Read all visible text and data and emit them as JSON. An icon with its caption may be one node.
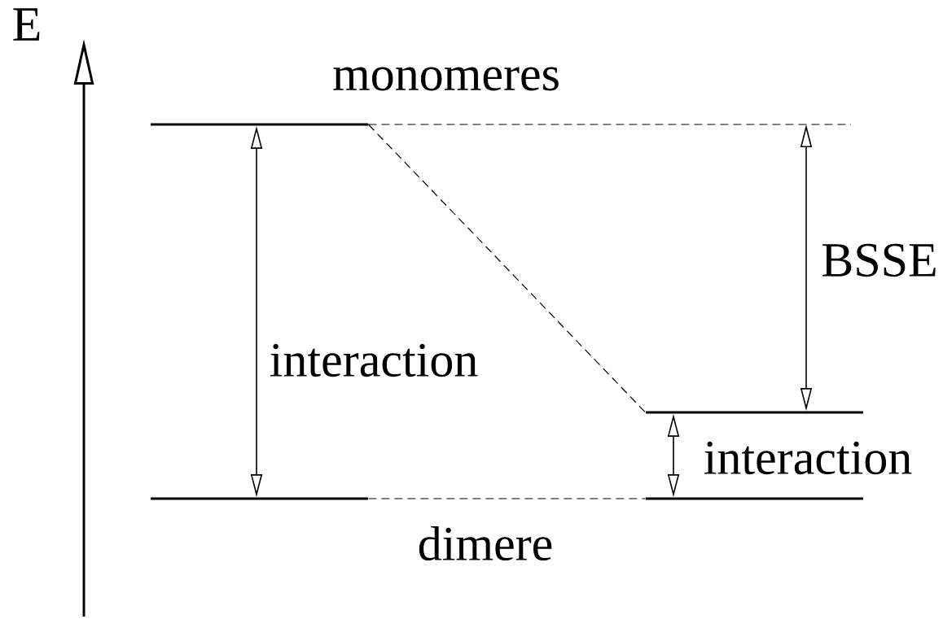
{
  "diagram": {
    "nodes": [
      {
        "text": [],
        "shape": "bar"
      },
      {
        "text": [],
        "shape": "bar"
      },
      {
        "text": [],
        "shape": "bar"
      },
      {
        "text": [],
        "shape": "bar"
      }
    ],
    "edges": [
      {
        "from": 0,
        "to": 1,
        "arrow": "none",
        "style": "dashed"
      },
      {
        "from": 0,
        "to": null,
        "arrow": "none",
        "style": "dashed"
      },
      {
        "from": 2,
        "to": 3,
        "arrow": "none",
        "style": "dashed"
      },
      {
        "from": 0,
        "to": 2,
        "arrow": "both",
        "label": "interaction"
      },
      {
        "from": null,
        "to": 1,
        "arrow": "both",
        "label": "BSSE"
      },
      {
        "from": 1,
        "to": 3,
        "arrow": "both",
        "label": "interaction"
      }
    ],
    "labels": [
      "E",
      "monomeres",
      "dimere"
    ]
  }
}
